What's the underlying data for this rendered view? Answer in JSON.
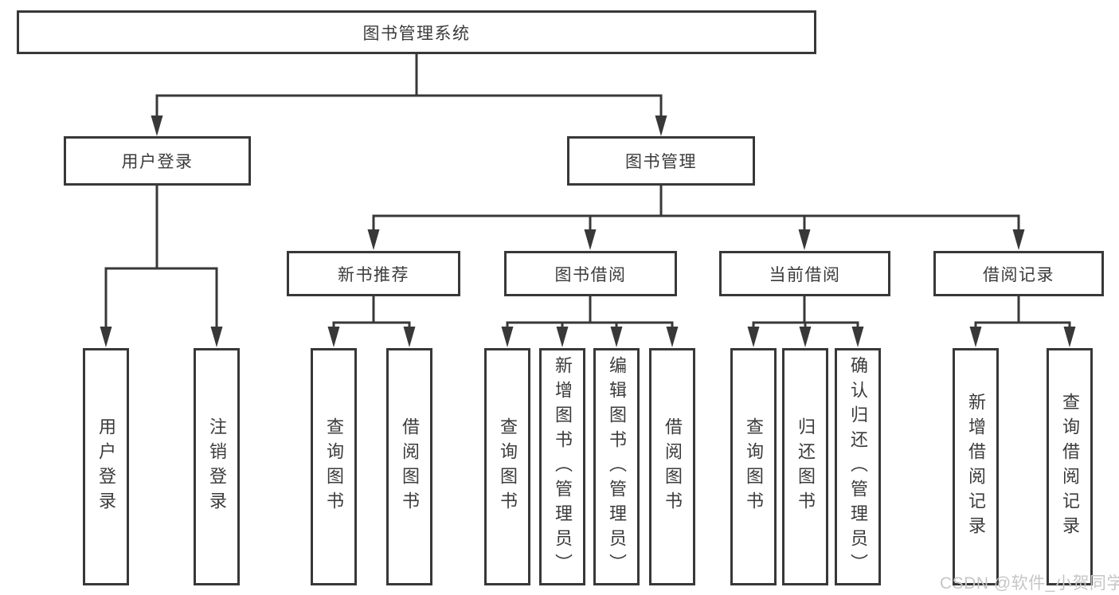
{
  "diagram": {
    "root": {
      "label": "图书管理系统"
    },
    "login": {
      "label": "用户登录",
      "children": [
        {
          "label": "用户登录"
        },
        {
          "label": "注销登录"
        }
      ]
    },
    "management": {
      "label": "图书管理",
      "groups": [
        {
          "label": "新书推荐",
          "children": [
            {
              "label": "查询图书"
            },
            {
              "label": "借阅图书"
            }
          ]
        },
        {
          "label": "图书借阅",
          "children": [
            {
              "label": "查询图书"
            },
            {
              "label": "新增图书（管理员）"
            },
            {
              "label": "编辑图书（管理员）"
            },
            {
              "label": "借阅图书"
            }
          ]
        },
        {
          "label": "当前借阅",
          "children": [
            {
              "label": "查询图书"
            },
            {
              "label": "归还图书"
            },
            {
              "label": "确认归还（管理员）"
            }
          ]
        },
        {
          "label": "借阅记录",
          "children": [
            {
              "label": "新增借阅记录"
            },
            {
              "label": "查询借阅记录"
            }
          ]
        }
      ]
    }
  },
  "watermark": {
    "text": "CSDN @软件_小贺同学",
    "color": "#c6c6c6"
  },
  "colors": {
    "line": "#383838",
    "border": "#383838",
    "text": "#3b3b3b",
    "background": "#ffffff"
  }
}
